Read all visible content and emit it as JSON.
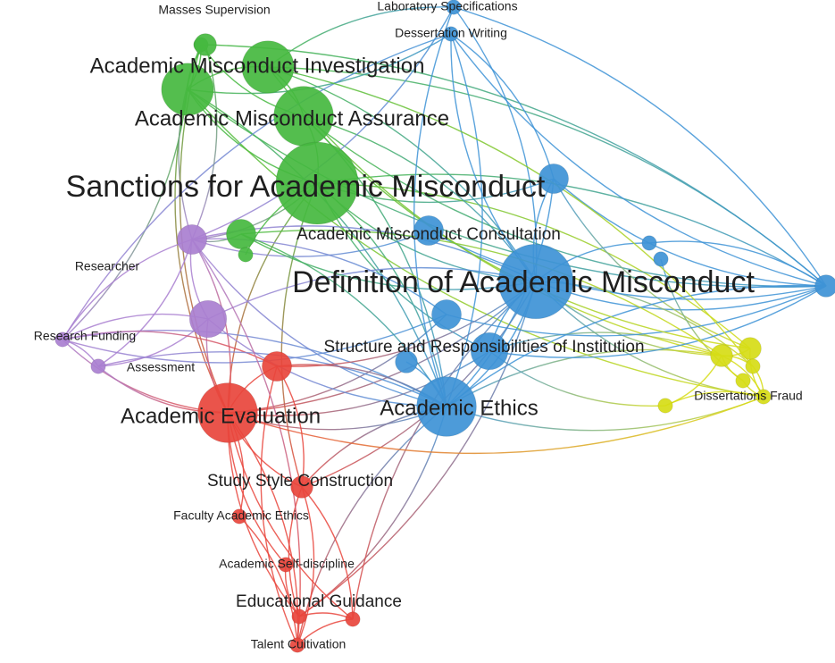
{
  "clusters": {
    "green": "#45b83f",
    "blue": "#3e93d6",
    "red": "#e8453c",
    "purple": "#a97fd0",
    "yellow": "#d6dc16"
  },
  "nodes": [
    {
      "id": "masses-supervision",
      "label": "Masses Supervision",
      "cluster": "green",
      "weight": 1,
      "label_size": "small"
    },
    {
      "id": "academic-misconduct-investigation",
      "label": "Academic Misconduct Investigation",
      "cluster": "green",
      "weight": 6,
      "label_size": "large"
    },
    {
      "id": "academic-misconduct-assurance",
      "label": "Academic Misconduct Assurance",
      "cluster": "green",
      "weight": 7,
      "label_size": "large"
    },
    {
      "id": "sanctions-for-academic-misconduct",
      "label": "Sanctions for Academic Misconduct",
      "cluster": "green",
      "weight": 10,
      "label_size": "xlarge"
    },
    {
      "id": "academic-misconduct-consultation",
      "label": "Academic Misconduct Consultation",
      "cluster": "green",
      "weight": 3,
      "label_size": "medium"
    },
    {
      "id": "green-b",
      "label": "",
      "cluster": "green",
      "weight": 2,
      "label_size": "none"
    },
    {
      "id": "green-c",
      "label": "",
      "cluster": "green",
      "weight": 6,
      "label_size": "none"
    },
    {
      "id": "green-d",
      "label": "",
      "cluster": "green",
      "weight": 1,
      "label_size": "none"
    },
    {
      "id": "laboratory-specifications",
      "label": "Laboratory Specifications",
      "cluster": "blue",
      "weight": 1,
      "label_size": "small"
    },
    {
      "id": "dessertation-writing",
      "label": "Dessertation Writing",
      "cluster": "blue",
      "weight": 1,
      "label_size": "small"
    },
    {
      "id": "definition-of-academic-misconduct",
      "label": "Definition of Academic Misconduct",
      "cluster": "blue",
      "weight": 9,
      "label_size": "xlarge"
    },
    {
      "id": "structure-and-responsibilities",
      "label": "Structure and Responsibilities of Institution",
      "cluster": "blue",
      "weight": 4,
      "label_size": "medium"
    },
    {
      "id": "academic-ethics",
      "label": "Academic Ethics",
      "cluster": "blue",
      "weight": 7,
      "label_size": "large"
    },
    {
      "id": "blue-a",
      "label": "",
      "cluster": "blue",
      "weight": 3,
      "label_size": "none"
    },
    {
      "id": "blue-b",
      "label": "",
      "cluster": "blue",
      "weight": 3,
      "label_size": "none"
    },
    {
      "id": "blue-c",
      "label": "",
      "cluster": "blue",
      "weight": 3,
      "label_size": "none"
    },
    {
      "id": "blue-d",
      "label": "",
      "cluster": "blue",
      "weight": 2,
      "label_size": "none"
    },
    {
      "id": "blue-e",
      "label": "",
      "cluster": "blue",
      "weight": 1,
      "label_size": "none"
    },
    {
      "id": "blue-f",
      "label": "",
      "cluster": "blue",
      "weight": 1,
      "label_size": "none"
    },
    {
      "id": "blue-g",
      "label": "",
      "cluster": "blue",
      "weight": 2,
      "label_size": "none"
    },
    {
      "id": "researcher",
      "label": "Researcher",
      "cluster": "purple",
      "weight": 3,
      "label_size": "small"
    },
    {
      "id": "research-funding",
      "label": "Research Funding",
      "cluster": "purple",
      "weight": 1,
      "label_size": "small"
    },
    {
      "id": "assessment",
      "label": "Assessment",
      "cluster": "purple",
      "weight": 1,
      "label_size": "small"
    },
    {
      "id": "purple-a",
      "label": "",
      "cluster": "purple",
      "weight": 4,
      "label_size": "none"
    },
    {
      "id": "academic-evaluation",
      "label": "Academic Evaluation",
      "cluster": "red",
      "weight": 7,
      "label_size": "large"
    },
    {
      "id": "study-style-construction",
      "label": "Study Style Construction",
      "cluster": "red",
      "weight": 2,
      "label_size": "medium"
    },
    {
      "id": "faculty-academic-ethics",
      "label": "Faculty Academic Ethics",
      "cluster": "red",
      "weight": 1,
      "label_size": "small"
    },
    {
      "id": "academic-self-discipline",
      "label": "Academic Self-discipline",
      "cluster": "red",
      "weight": 1,
      "label_size": "small"
    },
    {
      "id": "educational-guidance",
      "label": "Educational Guidance",
      "cluster": "red",
      "weight": 1,
      "label_size": "medium"
    },
    {
      "id": "talent-cultivation",
      "label": "Talent Cultivation",
      "cluster": "red",
      "weight": 1,
      "label_size": "small"
    },
    {
      "id": "red-a",
      "label": "",
      "cluster": "red",
      "weight": 3,
      "label_size": "none"
    },
    {
      "id": "red-b",
      "label": "",
      "cluster": "red",
      "weight": 1,
      "label_size": "none"
    },
    {
      "id": "dissertations-fraud",
      "label": "Dissertations Fraud",
      "cluster": "yellow",
      "weight": 1,
      "label_size": "small"
    },
    {
      "id": "yellow-a",
      "label": "",
      "cluster": "yellow",
      "weight": 2,
      "label_size": "none"
    },
    {
      "id": "yellow-b",
      "label": "",
      "cluster": "yellow",
      "weight": 2,
      "label_size": "none"
    },
    {
      "id": "yellow-c",
      "label": "",
      "cluster": "yellow",
      "weight": 1,
      "label_size": "none"
    },
    {
      "id": "yellow-d",
      "label": "",
      "cluster": "yellow",
      "weight": 1,
      "label_size": "none"
    },
    {
      "id": "yellow-e",
      "label": "",
      "cluster": "yellow",
      "weight": 1,
      "label_size": "none"
    }
  ]
}
